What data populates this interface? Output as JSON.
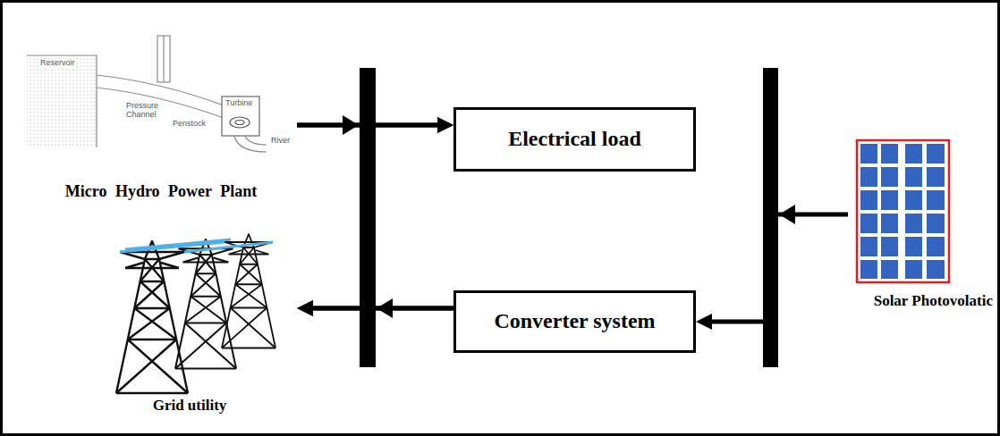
{
  "diagram": {
    "nodes": [
      {
        "text": [
          "Micro Hydro Power Plant"
        ]
      },
      {
        "text": [
          "Electrical load"
        ]
      },
      {
        "text": [
          "Grid utility"
        ]
      },
      {
        "text": [
          "Converter system"
        ]
      },
      {
        "text": [
          "Solar Photovolatic"
        ]
      }
    ],
    "edges": [
      {
        "from": 0,
        "to": 1,
        "arrow": "to"
      },
      {
        "from": 0,
        "to": 2,
        "arrow": "to"
      },
      {
        "from": 3,
        "to": 1,
        "arrow": "to"
      },
      {
        "from": 3,
        "to": 2,
        "arrow": "to"
      },
      {
        "from": 4,
        "to": 3,
        "arrow": "to"
      }
    ],
    "labels": [
      "Reservoir",
      "Pressure Channel",
      "Penstock",
      "Turbine",
      "River"
    ]
  }
}
